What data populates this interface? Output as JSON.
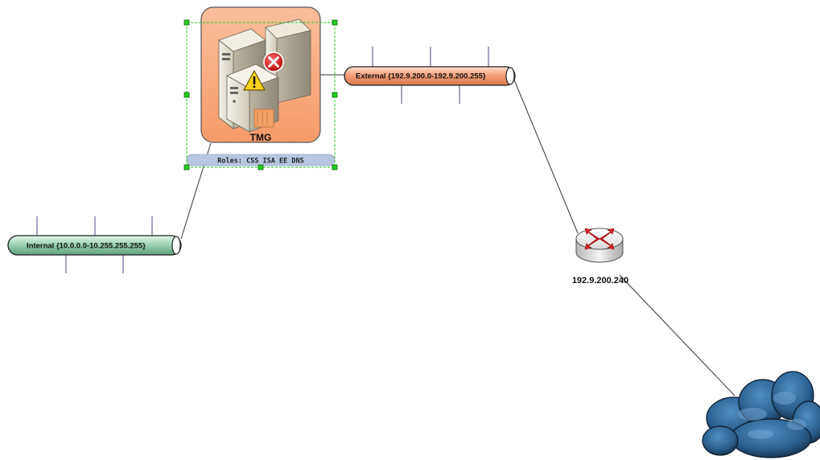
{
  "server": {
    "name": "TMG",
    "roles": "Roles: CSS ISA EE DNS",
    "status_icons": [
      "error-x-icon",
      "warning-triangle-icon"
    ],
    "tile_color": "#f7a97c",
    "selected": true
  },
  "networks": {
    "external": {
      "label": "External {192.9.200.0-192.9.200.255}",
      "color": "#f5a17a"
    },
    "internal": {
      "label": "Internal {10.0.0.0-10.255.255.255}",
      "color": "#9fd3b5"
    }
  },
  "router": {
    "label": "192.9.200.240",
    "icon": "router-icon"
  },
  "cloud": {
    "icon": "internet-cloud-icon",
    "color": "#2f6fa5"
  },
  "colors": {
    "selection": "#22cc22",
    "roles_bar": "#b7c7e0",
    "link": "#333333",
    "tap": "#4a4a8a"
  }
}
